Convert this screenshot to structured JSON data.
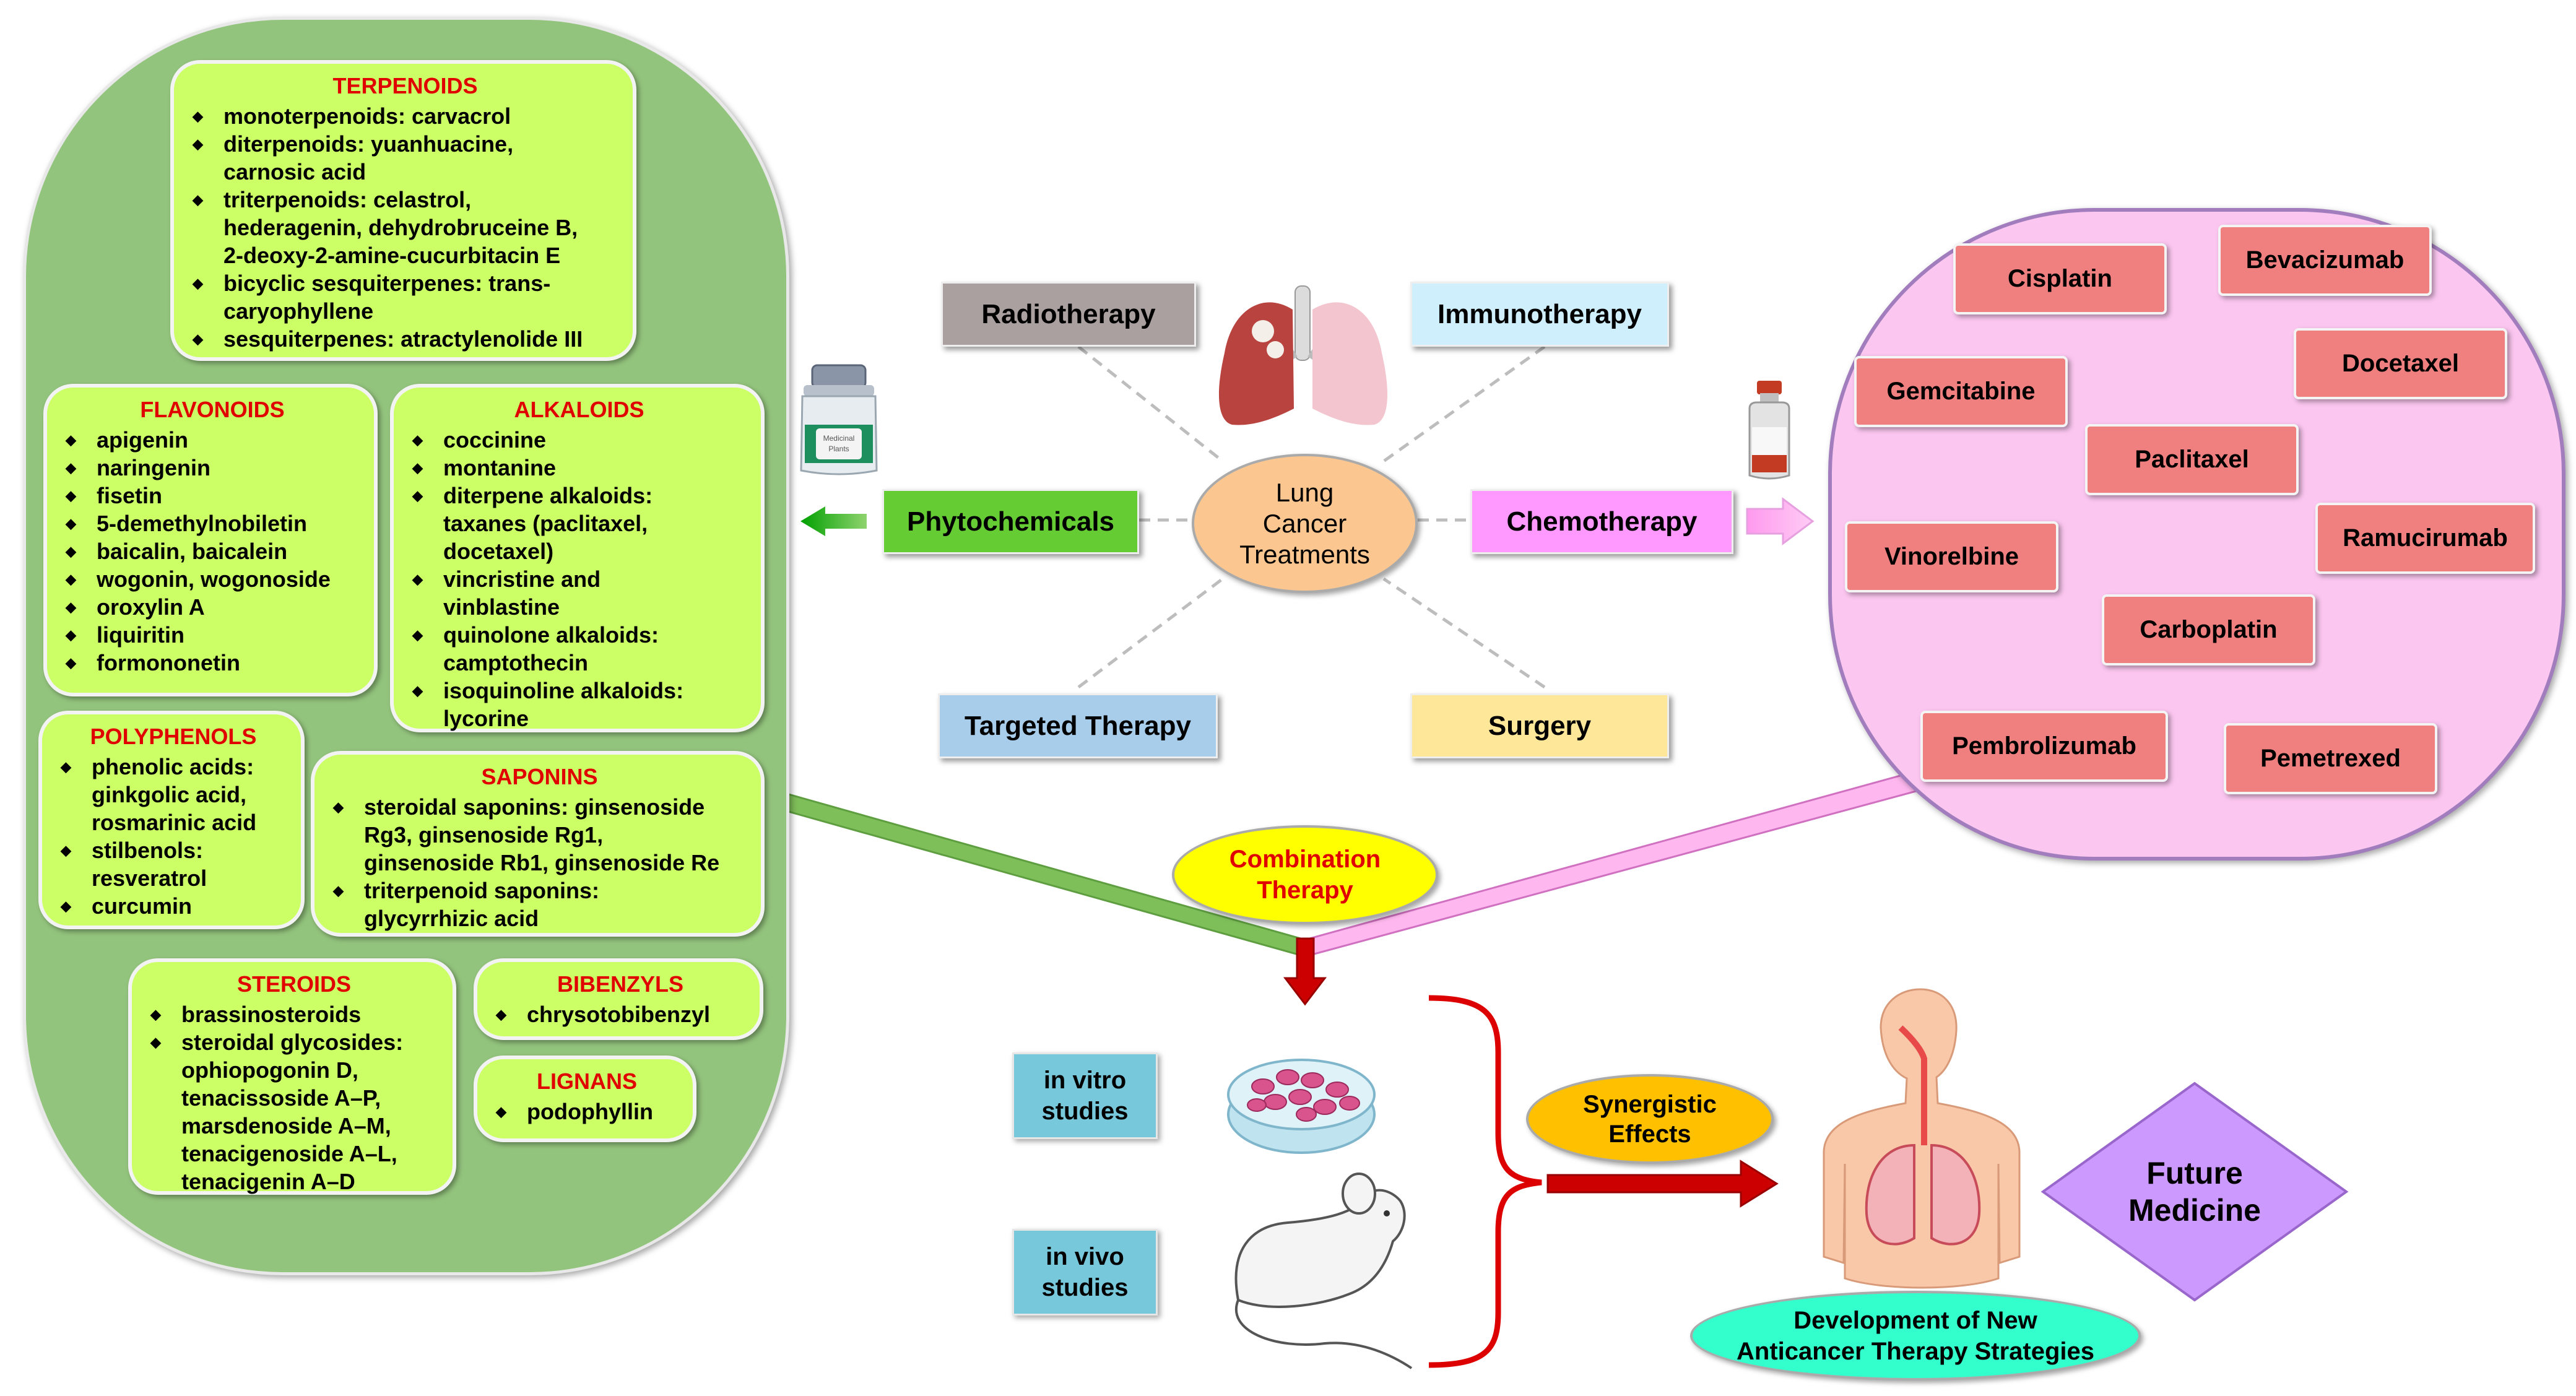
{
  "center": {
    "title": "Lung\nCancer\nTreatments"
  },
  "treatments": {
    "radiotherapy": "Radiotherapy",
    "immunotherapy": "Immunotherapy",
    "phytochemicals": "Phytochemicals",
    "chemotherapy": "Chemotherapy",
    "targeted": "Targeted Therapy",
    "surgery": "Surgery"
  },
  "jar_label": "Medicinal\nPlants",
  "phyto_groups": {
    "terpenoids": {
      "title": "TERPENOIDS",
      "items": [
        "monoterpenoids: carvacrol",
        "diterpenoids: yuanhuacine,\ncarnosic acid",
        "triterpenoids: celastrol,\nhederagenin, dehydrobruceine B,\n2-deoxy-2-amine-cucurbitacin E",
        "bicyclic sesquiterpenes: trans-\ncaryophyllene",
        "sesquiterpenes: atractylenolide III"
      ]
    },
    "flavonoids": {
      "title": "FLAVONOIDS",
      "items": [
        "apigenin",
        "naringenin",
        "fisetin",
        "5-demethylnobiletin",
        "baicalin, baicalein",
        "wogonin, wogonoside",
        "oroxylin A",
        "liquiritin",
        "formononetin"
      ]
    },
    "alkaloids": {
      "title": "ALKALOIDS",
      "items": [
        "coccinine",
        "montanine",
        "diterpene alkaloids:\ntaxanes (paclitaxel,\ndocetaxel)",
        "vincristine and\nvinblastine",
        "quinolone alkaloids:\ncamptothecin",
        "isoquinoline alkaloids:\nlycorine"
      ]
    },
    "polyphenols": {
      "title": "POLYPHENOLS",
      "items": [
        "phenolic acids:\nginkgolic acid,\nrosmarinic acid",
        "stilbenols:\nresveratrol",
        "curcumin"
      ]
    },
    "saponins": {
      "title": "SAPONINS",
      "items": [
        "steroidal saponins: ginsenoside\nRg3, ginsenoside Rg1,\nginsenoside Rb1, ginsenoside Re",
        "triterpenoid saponins:\nglycyrrhizic acid"
      ]
    },
    "steroids": {
      "title": "STEROIDS",
      "items": [
        "brassinosteroids",
        "steroidal glycosides:\nophiopogonin D,\ntenacissoside A–P,\nmarsdenoside A–M,\ntenacigenoside A–L,\ntenacigenin A–D"
      ]
    },
    "bibenzyls": {
      "title": "BIBENZYLS",
      "items": [
        "chrysotobibenzyl"
      ]
    },
    "lignans": {
      "title": "LIGNANS",
      "items": [
        "podophyllin"
      ]
    }
  },
  "drugs": {
    "cisplatin": "Cisplatin",
    "bevacizumab": "Bevacizumab",
    "gemcitabine": "Gemcitabine",
    "docetaxel": "Docetaxel",
    "paclitaxel": "Paclitaxel",
    "vinorelbine": "Vinorelbine",
    "ramucirumab": "Ramucirumab",
    "carboplatin": "Carboplatin",
    "pembrolizumab": "Pembrolizumab",
    "pemetrexed": "Pemetrexed"
  },
  "combination": "Combination\nTherapy",
  "in_vitro": "in vitro\nstudies",
  "in_vivo": "in vivo\nstudies",
  "synergistic": "Synergistic\nEffects",
  "future": "Future\nMedicine",
  "development": "Development of New\nAnticancer Therapy Strategies",
  "colors": {
    "green_panel": "#93c47d",
    "pink_panel": "#fbc6f0",
    "list_box": "#ccff66",
    "drug_box": "#f08080",
    "title_red": "#e00000",
    "arrow_red": "#cc0000",
    "purple": "#cc99ff",
    "yellow": "#ffff00",
    "orange": "#ffc000",
    "teal": "#33ffcc"
  }
}
